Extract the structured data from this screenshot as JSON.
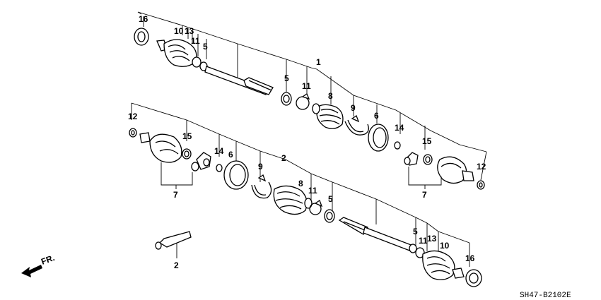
{
  "callouts": {
    "c1_top": "1",
    "c2_bottom": "2",
    "c2_key": "2",
    "c16_top": "16",
    "c10_top": "10",
    "c13_top": "13",
    "c11_top": "11",
    "c5_top": "5",
    "c5_mid": "5",
    "c11_mid": "11",
    "c8_top": "8",
    "c9_top": "9",
    "c6_top": "6",
    "c14_right": "14",
    "c15_right": "15",
    "c12_right": "12",
    "c7_right": "7",
    "c12_left": "12",
    "c15_left": "15",
    "c14_left": "14",
    "c6_left": "6",
    "c9_left": "9",
    "c7_left": "7",
    "c8_bot": "8",
    "c11_bot": "11",
    "c5_bot": "5",
    "c5_low": "5",
    "c11_low": "11",
    "c13_low": "13",
    "c10_low": "10",
    "c16_low": "16"
  },
  "front_arrow_label": "FR.",
  "diagram_code": "SH47-B2102E"
}
